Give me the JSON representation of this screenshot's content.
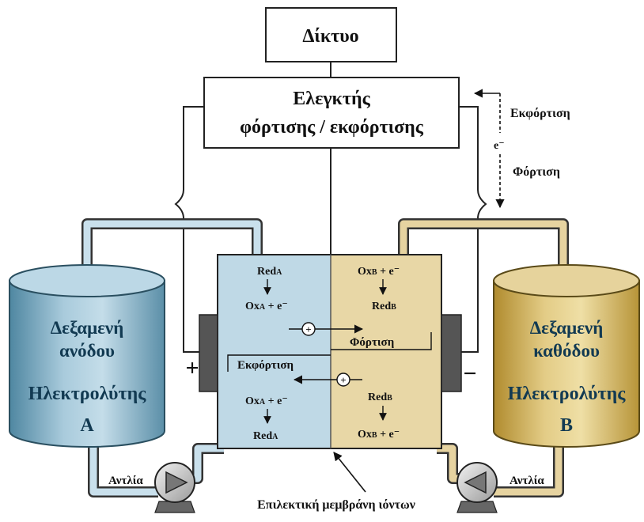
{
  "colors": {
    "anode_fill": "#bfd9e6",
    "anode_fill_dark": "#5f93ab",
    "cathode_fill": "#e8d7a6",
    "cathode_fill_dark": "#b3923f",
    "pipe_blue": "#c9e0ec",
    "pipe_tan": "#e6d3a0",
    "outline": "#222222",
    "electrode": "#555555"
  },
  "grid": {
    "label": "Δίκτυο"
  },
  "controller": {
    "line1": "Ελεγκτής",
    "line2": "φόρτισης / εκφόρτισης"
  },
  "current_direction": {
    "discharge": "Εκφόρτιση",
    "electron": "e⁻",
    "charge": "Φόρτιση"
  },
  "tank_a": {
    "line1": "Δεξαμενή",
    "line2": "ανόδου",
    "line3": "Ηλεκτρολύτης",
    "line4": "A"
  },
  "tank_b": {
    "line1": "Δεξαμενή",
    "line2": "καθόδου",
    "line3": "Ηλεκτρολύτης",
    "line4": "B"
  },
  "cell": {
    "left_top_1": "Red",
    "left_top_1_sub": "A",
    "left_top_2": "Ox",
    "left_top_2_sub": "A",
    "left_top_2_rest": " + e⁻",
    "right_top_1": "Ox",
    "right_top_1_sub": "B",
    "right_top_1_rest": " + e⁻",
    "right_top_2": "Red",
    "right_top_2_sub": "B",
    "charge_label": "Φόρτιση",
    "discharge_label": "Εκφόρτιση",
    "left_bot_1": "Ox",
    "left_bot_1_sub": "A",
    "left_bot_1_rest": " + e⁻",
    "left_bot_2": "Red",
    "left_bot_2_sub": "A",
    "right_bot_1": "Red",
    "right_bot_1_sub": "B",
    "right_bot_2": "Ox",
    "right_bot_2_sub": "B",
    "right_bot_2_rest": " + e⁻",
    "ion_symbol": "+"
  },
  "terminals": {
    "positive": "+",
    "negative": "−"
  },
  "pumps": {
    "left": "Αντλία",
    "right": "Αντλία"
  },
  "membrane": {
    "label": "Επιλεκτική μεμβράνη ιόντων"
  }
}
